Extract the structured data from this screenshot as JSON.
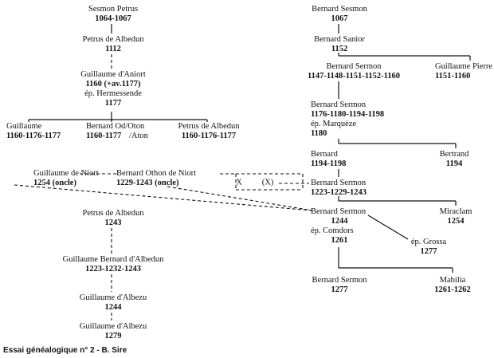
{
  "caption": "Essai généalogique n° 2 - B. Sire",
  "nodes": {
    "sesmon_petrus": {
      "name": "Sesmon Petrus",
      "dates": "1064-1067"
    },
    "petrus_albedun_1112": {
      "name": "Petrus de Albedun",
      "dates": "1112"
    },
    "guillaume_aniort": {
      "name": "Guillaume d'Aniort",
      "dates": "1160 (+av.1177)",
      "spouse": "ép. Hermessende",
      "spouse_dates": "1177"
    },
    "guillaume_1160": {
      "name": "Guillaume",
      "dates": "1160-1176-1177"
    },
    "bernard_od_oton": {
      "name": "Bernard Od/Oton",
      "dates": "1160-1177",
      "note": "/Aton"
    },
    "petrus_albedun_1160": {
      "name": "Petrus de Albedun",
      "dates": "1160-1176-1177"
    },
    "guillaume_niort": {
      "name": "Guillaume de Niort",
      "dates": "1254 (oncle)"
    },
    "bernard_othon_niort": {
      "name": "Bernard Othon de Niort",
      "dates": "1229-1243 (oncle)"
    },
    "petrus_albedun_1243": {
      "name": "Petrus de Albedun",
      "dates": "1243"
    },
    "guillaume_bernard_albedun": {
      "name": "Guillaume Bernard d'Albedun",
      "dates": "1223-1232-1243"
    },
    "guillaume_albezu_1244": {
      "name": "Guillaume d'Albezu",
      "dates": "1244"
    },
    "guillaume_albezu_1279": {
      "name": "Guillaume d'Albezu",
      "dates": "1279"
    },
    "bernard_sesmon_1067": {
      "name": "Bernard Sesmon",
      "dates": "1067"
    },
    "bernard_sanior": {
      "name": "Bernard Sanior",
      "dates": "1152"
    },
    "bernard_sermon_1147": {
      "name": "Bernard Sermon",
      "dates": "1147-1148-1151-1152-1160"
    },
    "guillaume_pierre": {
      "name": "Guillaume Pierre",
      "dates": "1151-1160"
    },
    "bernard_sermon_1176": {
      "name": "Bernard Sermon",
      "dates": "1176-1180-1194-1198",
      "spouse": "ép. Marquèze",
      "spouse_dates": "1180"
    },
    "bernard_1194": {
      "name": "Bernard",
      "dates": "1194-1198"
    },
    "bertrand": {
      "name": "Bertrand",
      "dates": "1194"
    },
    "bernard_sermon_1223": {
      "name": "Bernard Sermon",
      "dates": "1223-1229-1243"
    },
    "bernard_sermon_1244": {
      "name": "Bernard Sermon",
      "dates": "1244",
      "spouse": "ép. Comdors",
      "spouse_dates": "1261"
    },
    "miraclam": {
      "name": "Miraclam",
      "dates": "1254"
    },
    "grossa": {
      "spouse": "ép. Grossa",
      "spouse_dates": "1277"
    },
    "bernard_sermon_1277": {
      "name": "Bernard Sermon",
      "dates": "1277"
    },
    "mabilia": {
      "name": "Mabilia",
      "dates": "1261-1262"
    }
  },
  "marks": {
    "x1": "X",
    "x2": "(X)"
  }
}
